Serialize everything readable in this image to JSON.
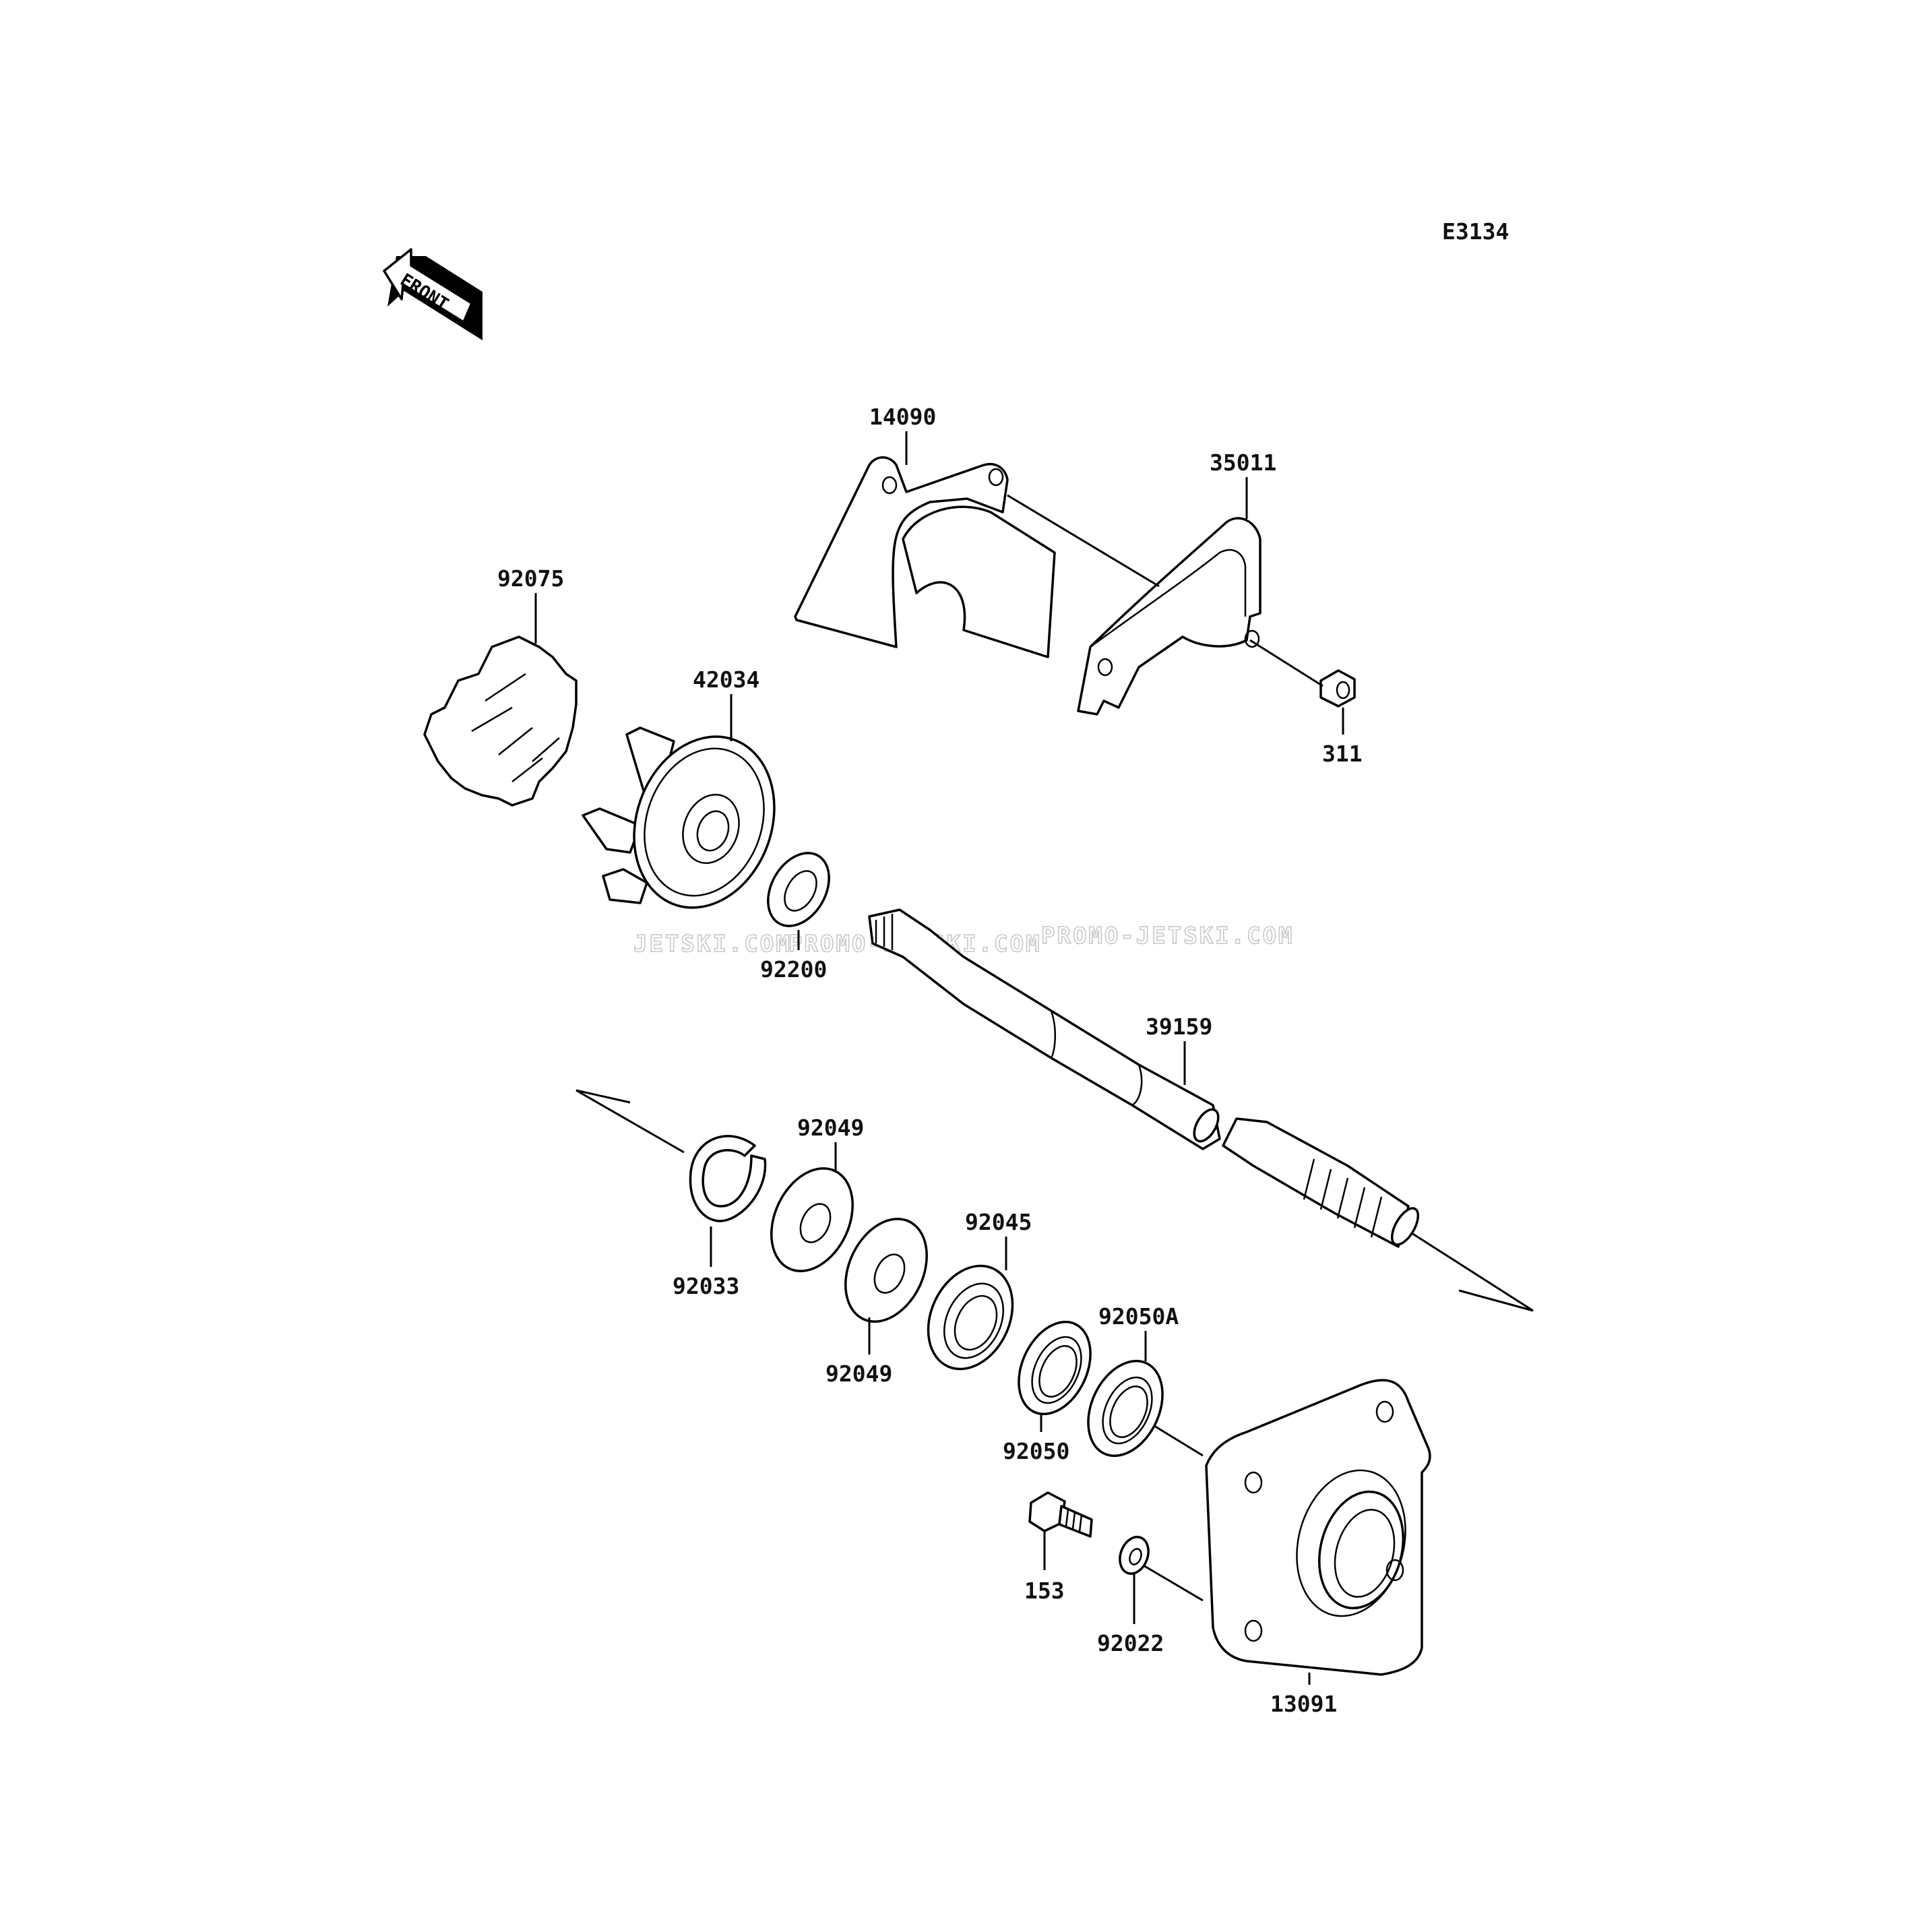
{
  "diagram_code": "E3134",
  "front_arrow_label": "FRONT",
  "watermarks": [
    "JETSKI.COM",
    "PROMO-JETSKI.COM",
    "PROMO-JETSKI.COM"
  ],
  "parts": {
    "p14090": "14090",
    "p35011": "35011",
    "p92075": "92075",
    "p42034": "42034",
    "p311": "311",
    "p92200": "92200",
    "p39159": "39159",
    "p92049a": "92049",
    "p92049b": "92049",
    "p92045": "92045",
    "p92033": "92033",
    "p92050A": "92050A",
    "p92050": "92050",
    "p153": "153",
    "p92022": "92022",
    "p13091": "13091"
  }
}
